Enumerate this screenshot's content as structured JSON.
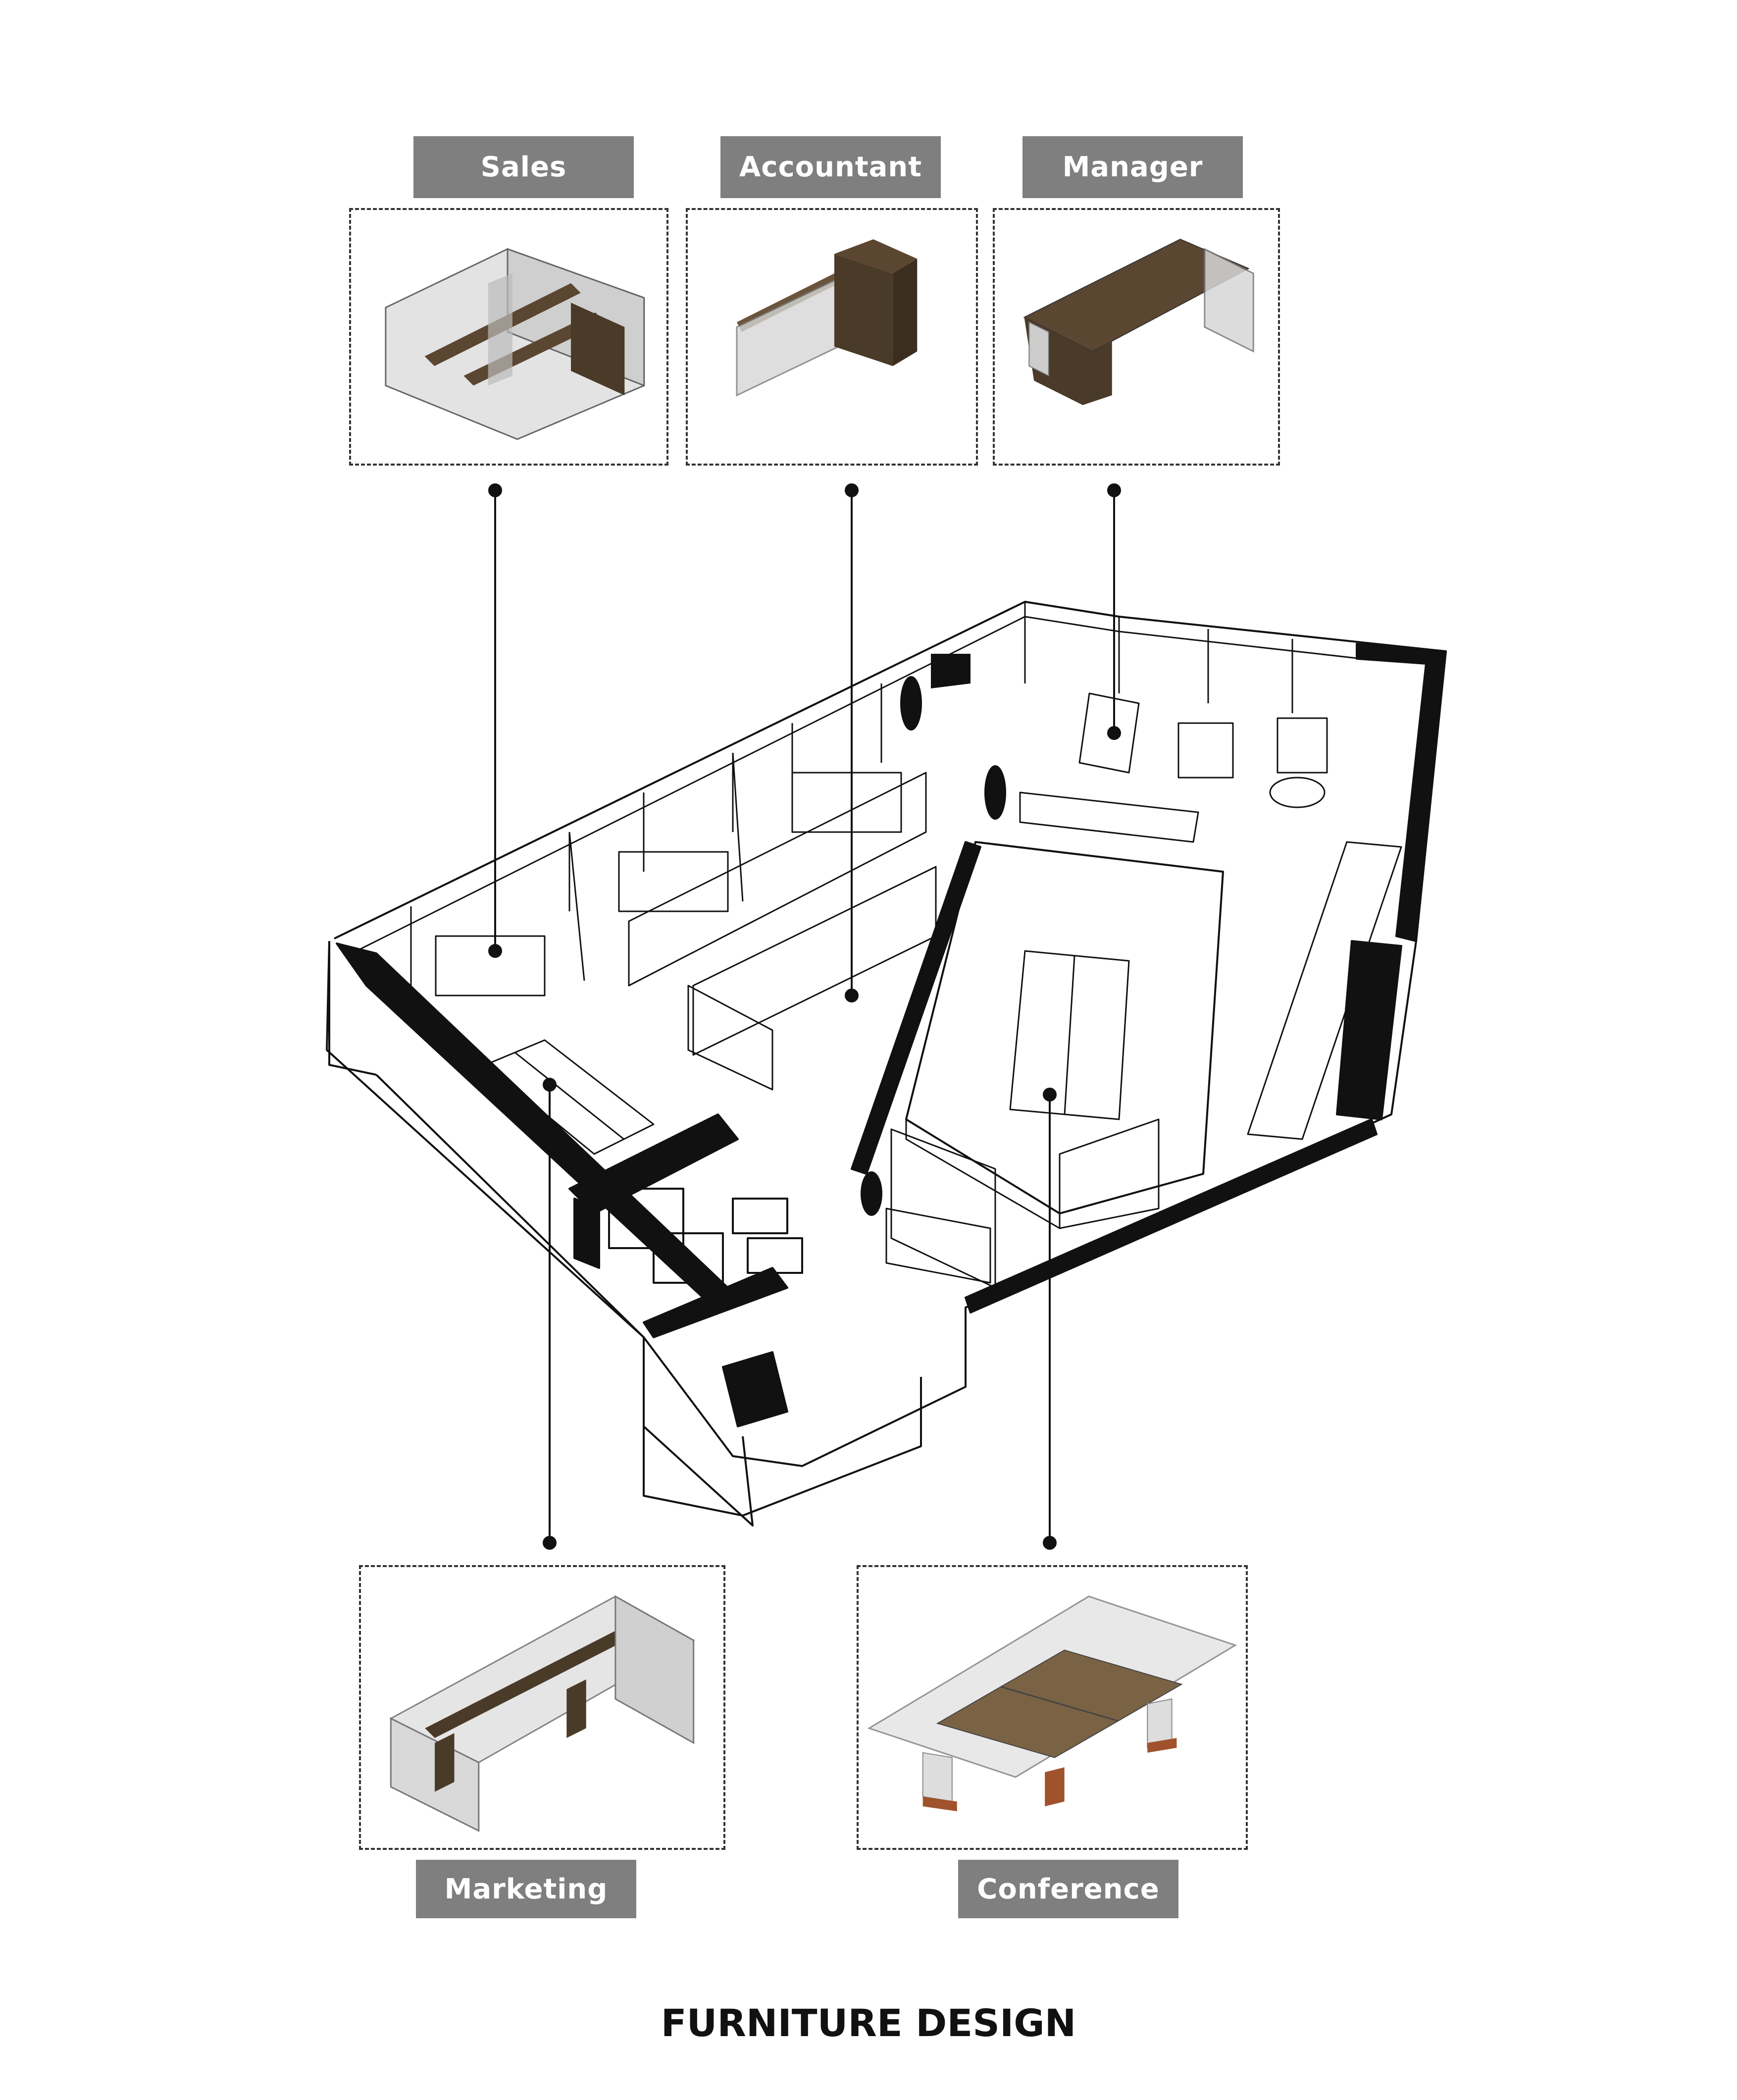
{
  "labels": {
    "sales": "Sales",
    "accountant": "Accountant",
    "manager": "Manager",
    "marketing": "Marketing",
    "conference": "Conference"
  },
  "caption": "FURNITURE DESIGN",
  "colors": {
    "label_bg": "#7f7f7f",
    "label_text": "#ffffff",
    "wood_dark": "#4a3a28",
    "wood_mid": "#6b543a",
    "glass": "#d9d9d9",
    "line": "#111111"
  }
}
